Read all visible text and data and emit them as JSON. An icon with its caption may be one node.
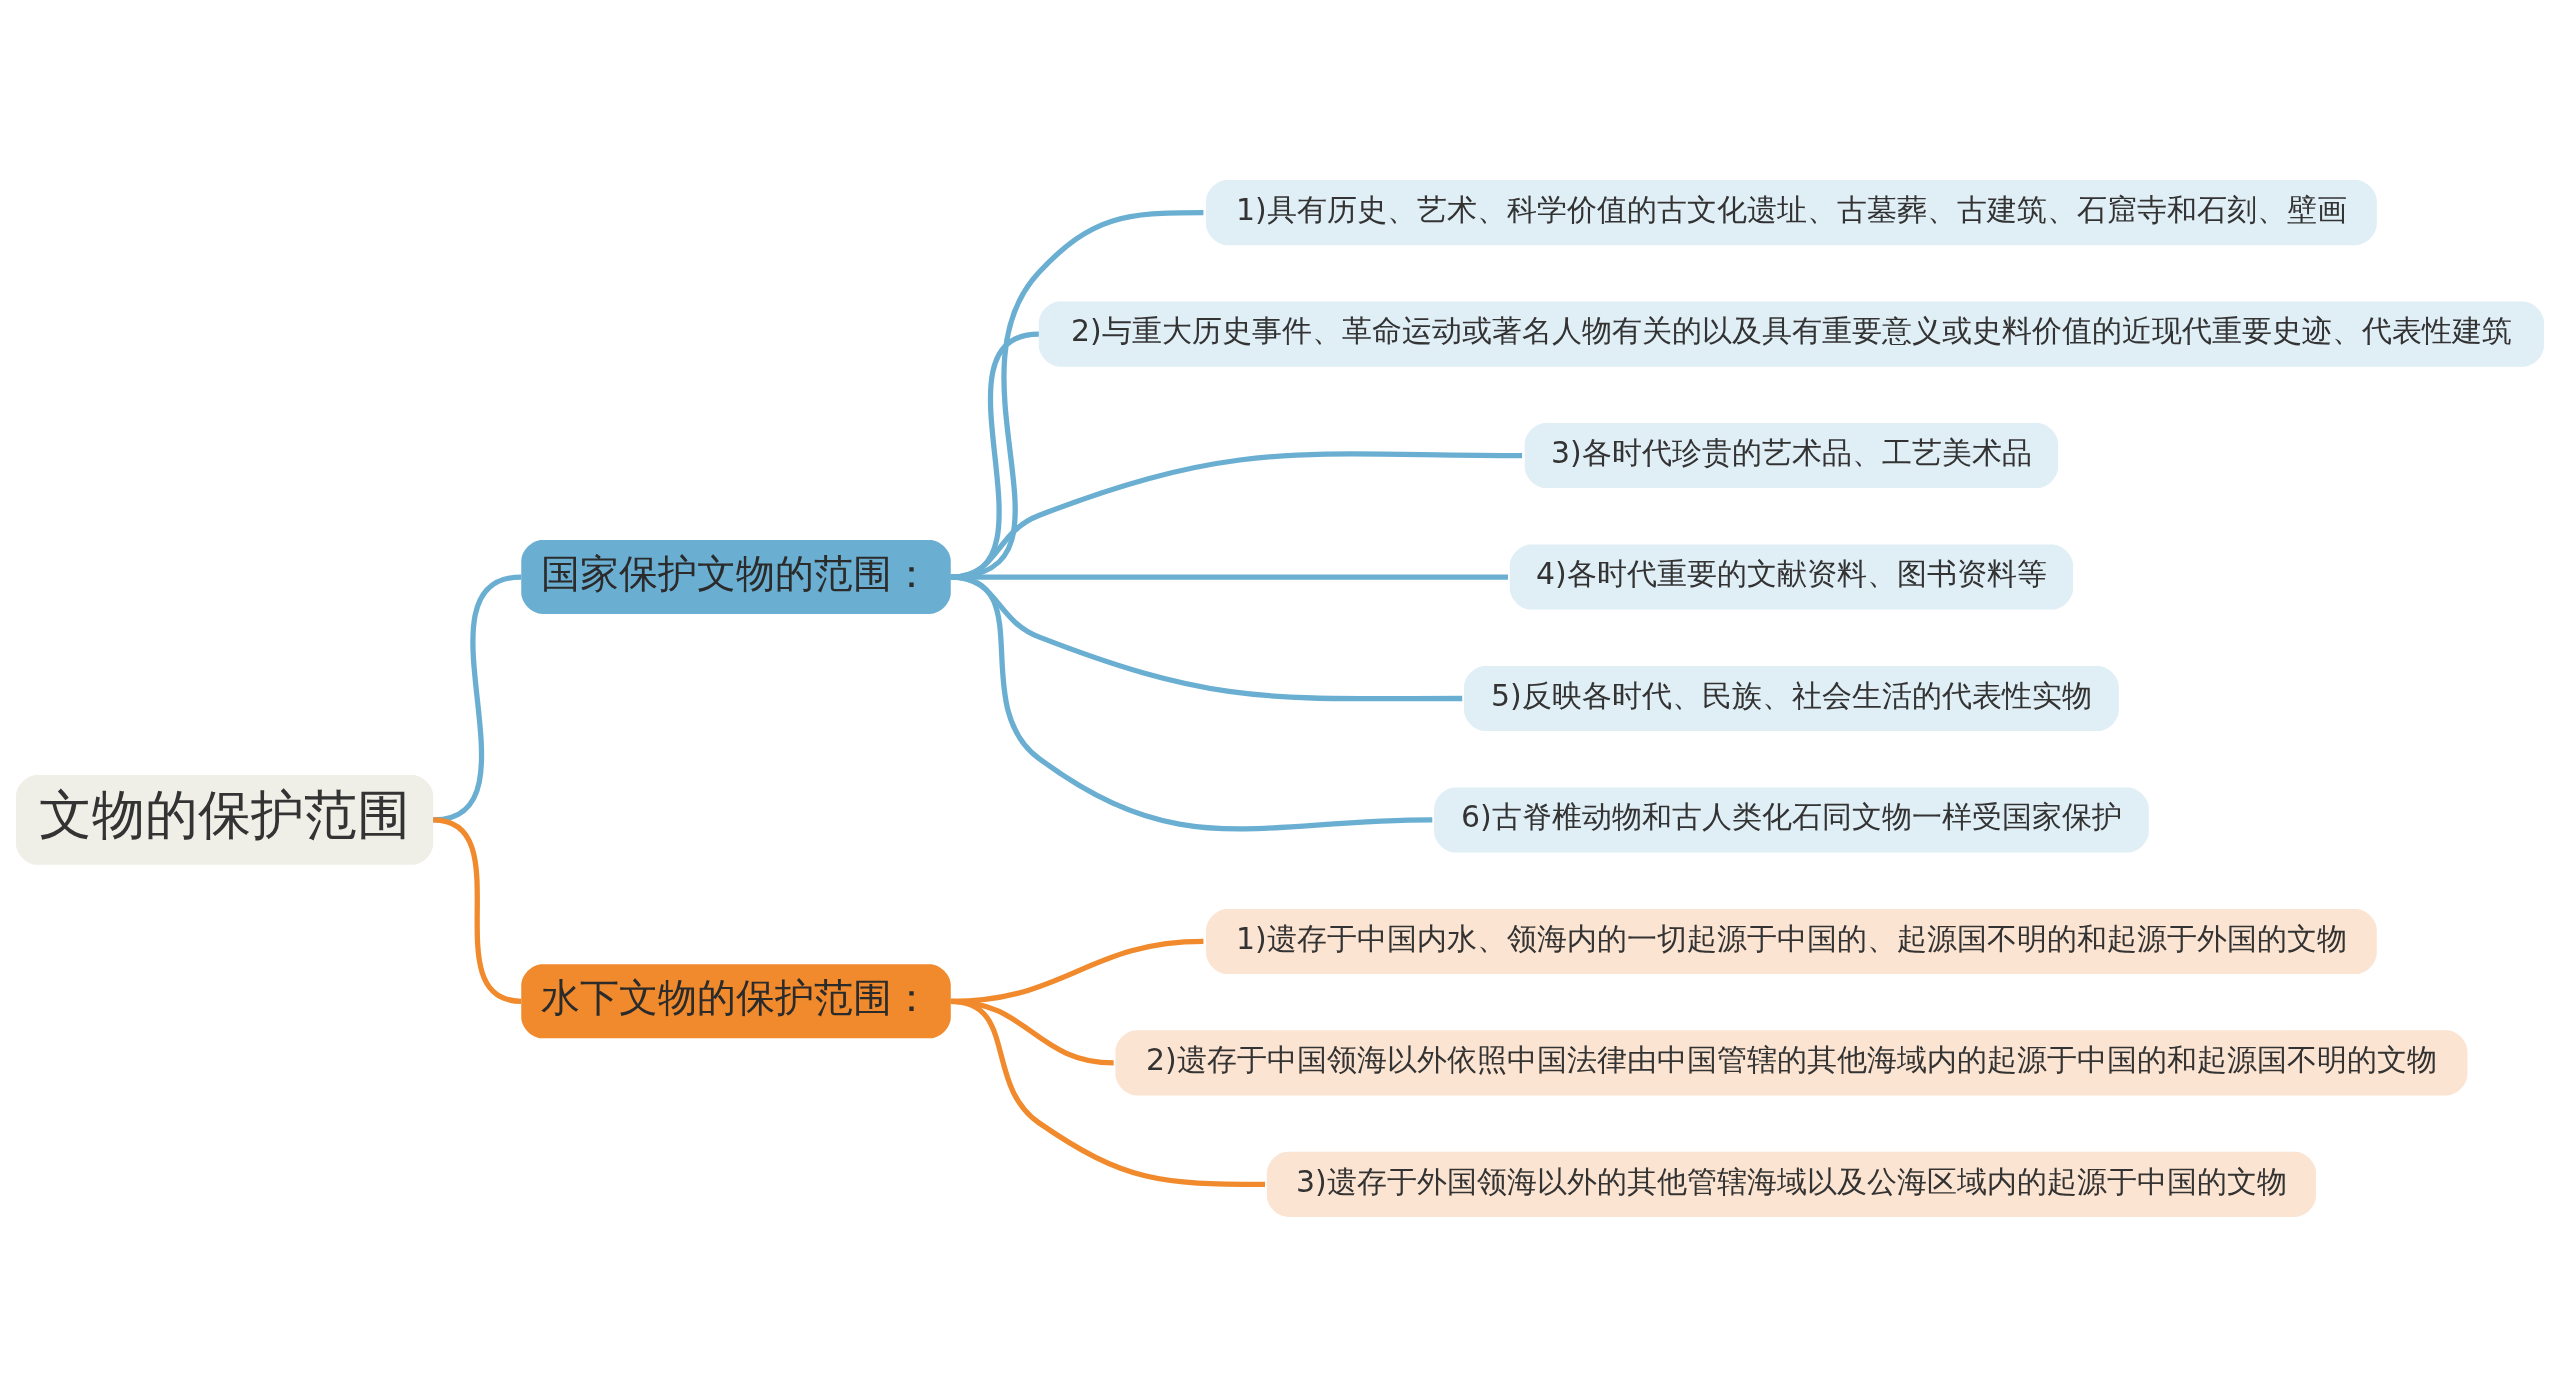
{
  "diagram": {
    "nodes": [
      {
        "text": [
          "文物的保护范围"
        ]
      },
      {
        "text": [
          "国家保护文物的范围："
        ]
      },
      {
        "text": [
          "1)具有历史、艺术、科学价值的古文化遗址、古墓葬、古建筑、石窟寺和石刻、壁画"
        ]
      },
      {
        "text": [
          "2)与重大历史事件、革命运动或著名人物有关的以及具有重要意义或史料价值的近现代重要史迹、代表性建筑"
        ]
      },
      {
        "text": [
          "3)各时代珍贵的艺术品、工艺美术品"
        ]
      },
      {
        "text": [
          "4)各时代重要的文献资料、图书资料等"
        ]
      },
      {
        "text": [
          "5)反映各时代、民族、社会生活的代表性实物"
        ]
      },
      {
        "text": [
          "6)古脊椎动物和古人类化石同文物一样受国家保护"
        ]
      },
      {
        "text": [
          "水下文物的保护范围："
        ]
      },
      {
        "text": [
          "1)遗存于中国内水、领海内的一切起源于中国的、起源国不明的和起源于外国的文物"
        ]
      },
      {
        "text": [
          "2)遗存于中国领海以外依照中国法律由中国管辖的其他海域内的起源于中国的和起源国不明的文物"
        ]
      },
      {
        "text": [
          "3)遗存于外国领海以外的其他管辖海域以及公海区域内的起源于中国的文物"
        ]
      }
    ],
    "edges": [
      {
        "from": 0,
        "to": 1,
        "arrow": "none"
      },
      {
        "from": 1,
        "to": 2,
        "arrow": "none"
      },
      {
        "from": 1,
        "to": 3,
        "arrow": "none"
      },
      {
        "from": 1,
        "to": 4,
        "arrow": "none"
      },
      {
        "from": 1,
        "to": 5,
        "arrow": "none"
      },
      {
        "from": 1,
        "to": 6,
        "arrow": "none"
      },
      {
        "from": 1,
        "to": 7,
        "arrow": "none"
      },
      {
        "from": 0,
        "to": 8,
        "arrow": "none",
        "color": "#f08a2c"
      },
      {
        "from": 8,
        "to": 9,
        "arrow": "none",
        "color": "#f08a2c"
      },
      {
        "from": 8,
        "to": 10,
        "arrow": "none",
        "color": "#f08a2c"
      },
      {
        "from": 8,
        "to": 11,
        "arrow": "none",
        "color": "#f08a2c"
      }
    ]
  }
}
